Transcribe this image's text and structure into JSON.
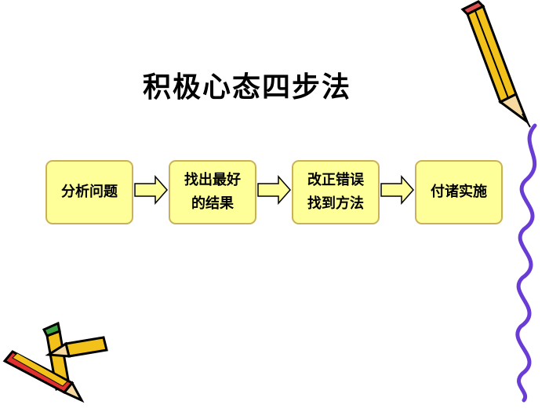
{
  "title": "积极心态四步法",
  "steps": [
    {
      "lines": [
        "分析问题"
      ]
    },
    {
      "lines": [
        "找出最好",
        "的结果"
      ]
    },
    {
      "lines": [
        "改正错误",
        "找到方法"
      ]
    },
    {
      "lines": [
        "付诸实施"
      ]
    }
  ],
  "colors": {
    "box_fill": "#ffff99",
    "box_border": "#c9b15a",
    "arrow_fill": "#ffff99",
    "pencil_body": "#f2c21a",
    "squiggle": "#6a3cd6"
  },
  "decorations": [
    "pencil-icon",
    "crossed-pencils-icon",
    "squiggle-line"
  ]
}
